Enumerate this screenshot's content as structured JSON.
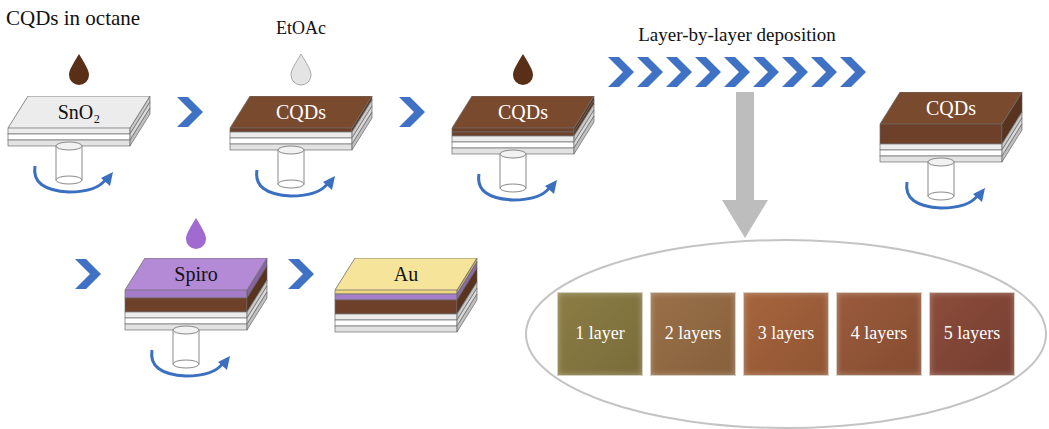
{
  "diagram": {
    "nodes": [
      {
        "text": [
          "SnO₂"
        ]
      },
      {
        "text": [
          "CQDs"
        ]
      },
      {
        "text": [
          "CQDs"
        ]
      },
      {
        "text": [
          "CQDs"
        ]
      },
      {
        "text": [
          "Spiro"
        ]
      },
      {
        "text": [
          "Au"
        ]
      },
      {
        "text": [
          "1 layer"
        ]
      },
      {
        "text": [
          "2 layers"
        ]
      },
      {
        "text": [
          "3 layers"
        ]
      },
      {
        "text": [
          "4 layers"
        ]
      },
      {
        "text": [
          "5 layers"
        ]
      }
    ],
    "edges": [
      {
        "from": 0,
        "to": 1,
        "arrow": "to"
      },
      {
        "from": 1,
        "to": 2,
        "arrow": "to"
      },
      {
        "from": 2,
        "to": 3,
        "arrow": "to"
      },
      {
        "from": 3,
        "to": 4,
        "arrow": "to"
      },
      {
        "from": 4,
        "to": 5,
        "arrow": "to"
      }
    ],
    "labels": [
      "CQDs in octane",
      "EtOAc",
      "Layer-by-layer deposition"
    ]
  }
}
